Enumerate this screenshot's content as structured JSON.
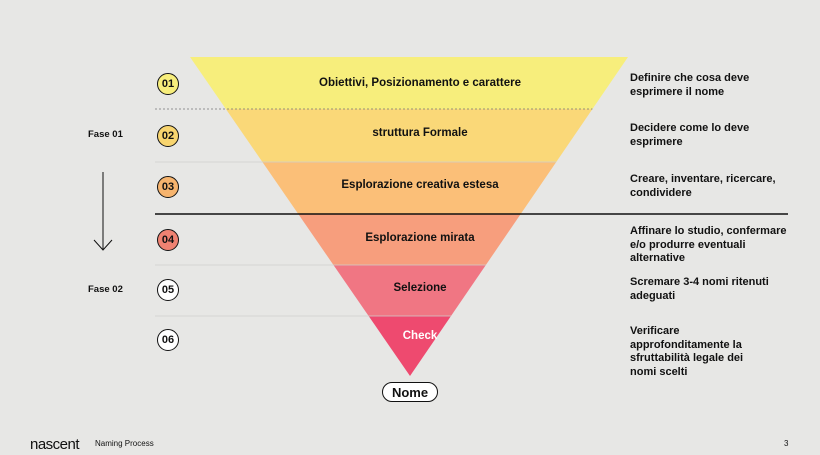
{
  "brand": "nascent",
  "footer": {
    "title": "Naming Process",
    "page": "3"
  },
  "phases": [
    {
      "label": "Fase 01"
    },
    {
      "label": "Fase 02"
    }
  ],
  "stages": [
    {
      "num": "01",
      "label": "Obiettivi, Posizionamento e carattere",
      "desc": [
        "Definire che cosa deve",
        "esprimere il nome"
      ],
      "color": "#f7ee7c",
      "num_fill": "#f7ee7c"
    },
    {
      "num": "02",
      "label": "struttura Formale",
      "desc": [
        "Decidere come lo deve",
        "esprimere"
      ],
      "color": "#fad878",
      "num_fill": "#f8d56f"
    },
    {
      "num": "03",
      "label": "Esplorazione creativa estesa",
      "desc": [
        "Creare, inventare, ricercare,",
        "condividere"
      ],
      "color": "#fbbf78",
      "num_fill": "#f6b46e"
    },
    {
      "num": "04",
      "label": "Esplorazione mirata",
      "desc": [
        "Affinare lo studio, confermare",
        "e/o produrre eventuali",
        "alternative"
      ],
      "color": "#f79e7d",
      "num_fill": "#ef8272"
    },
    {
      "num": "05",
      "label": "Selezione",
      "desc": [
        "Scremare 3-4 nomi ritenuti",
        "adeguati"
      ],
      "color": "#f07683",
      "num_fill": "#ffffff"
    },
    {
      "num": "06",
      "label": "Check",
      "desc": [
        "Verificare",
        "approfonditamente la",
        "sfruttabilità legale dei",
        "nomi scelti"
      ],
      "color": "#ee4a6f",
      "num_fill": "#ffffff"
    }
  ],
  "result": "Nome"
}
